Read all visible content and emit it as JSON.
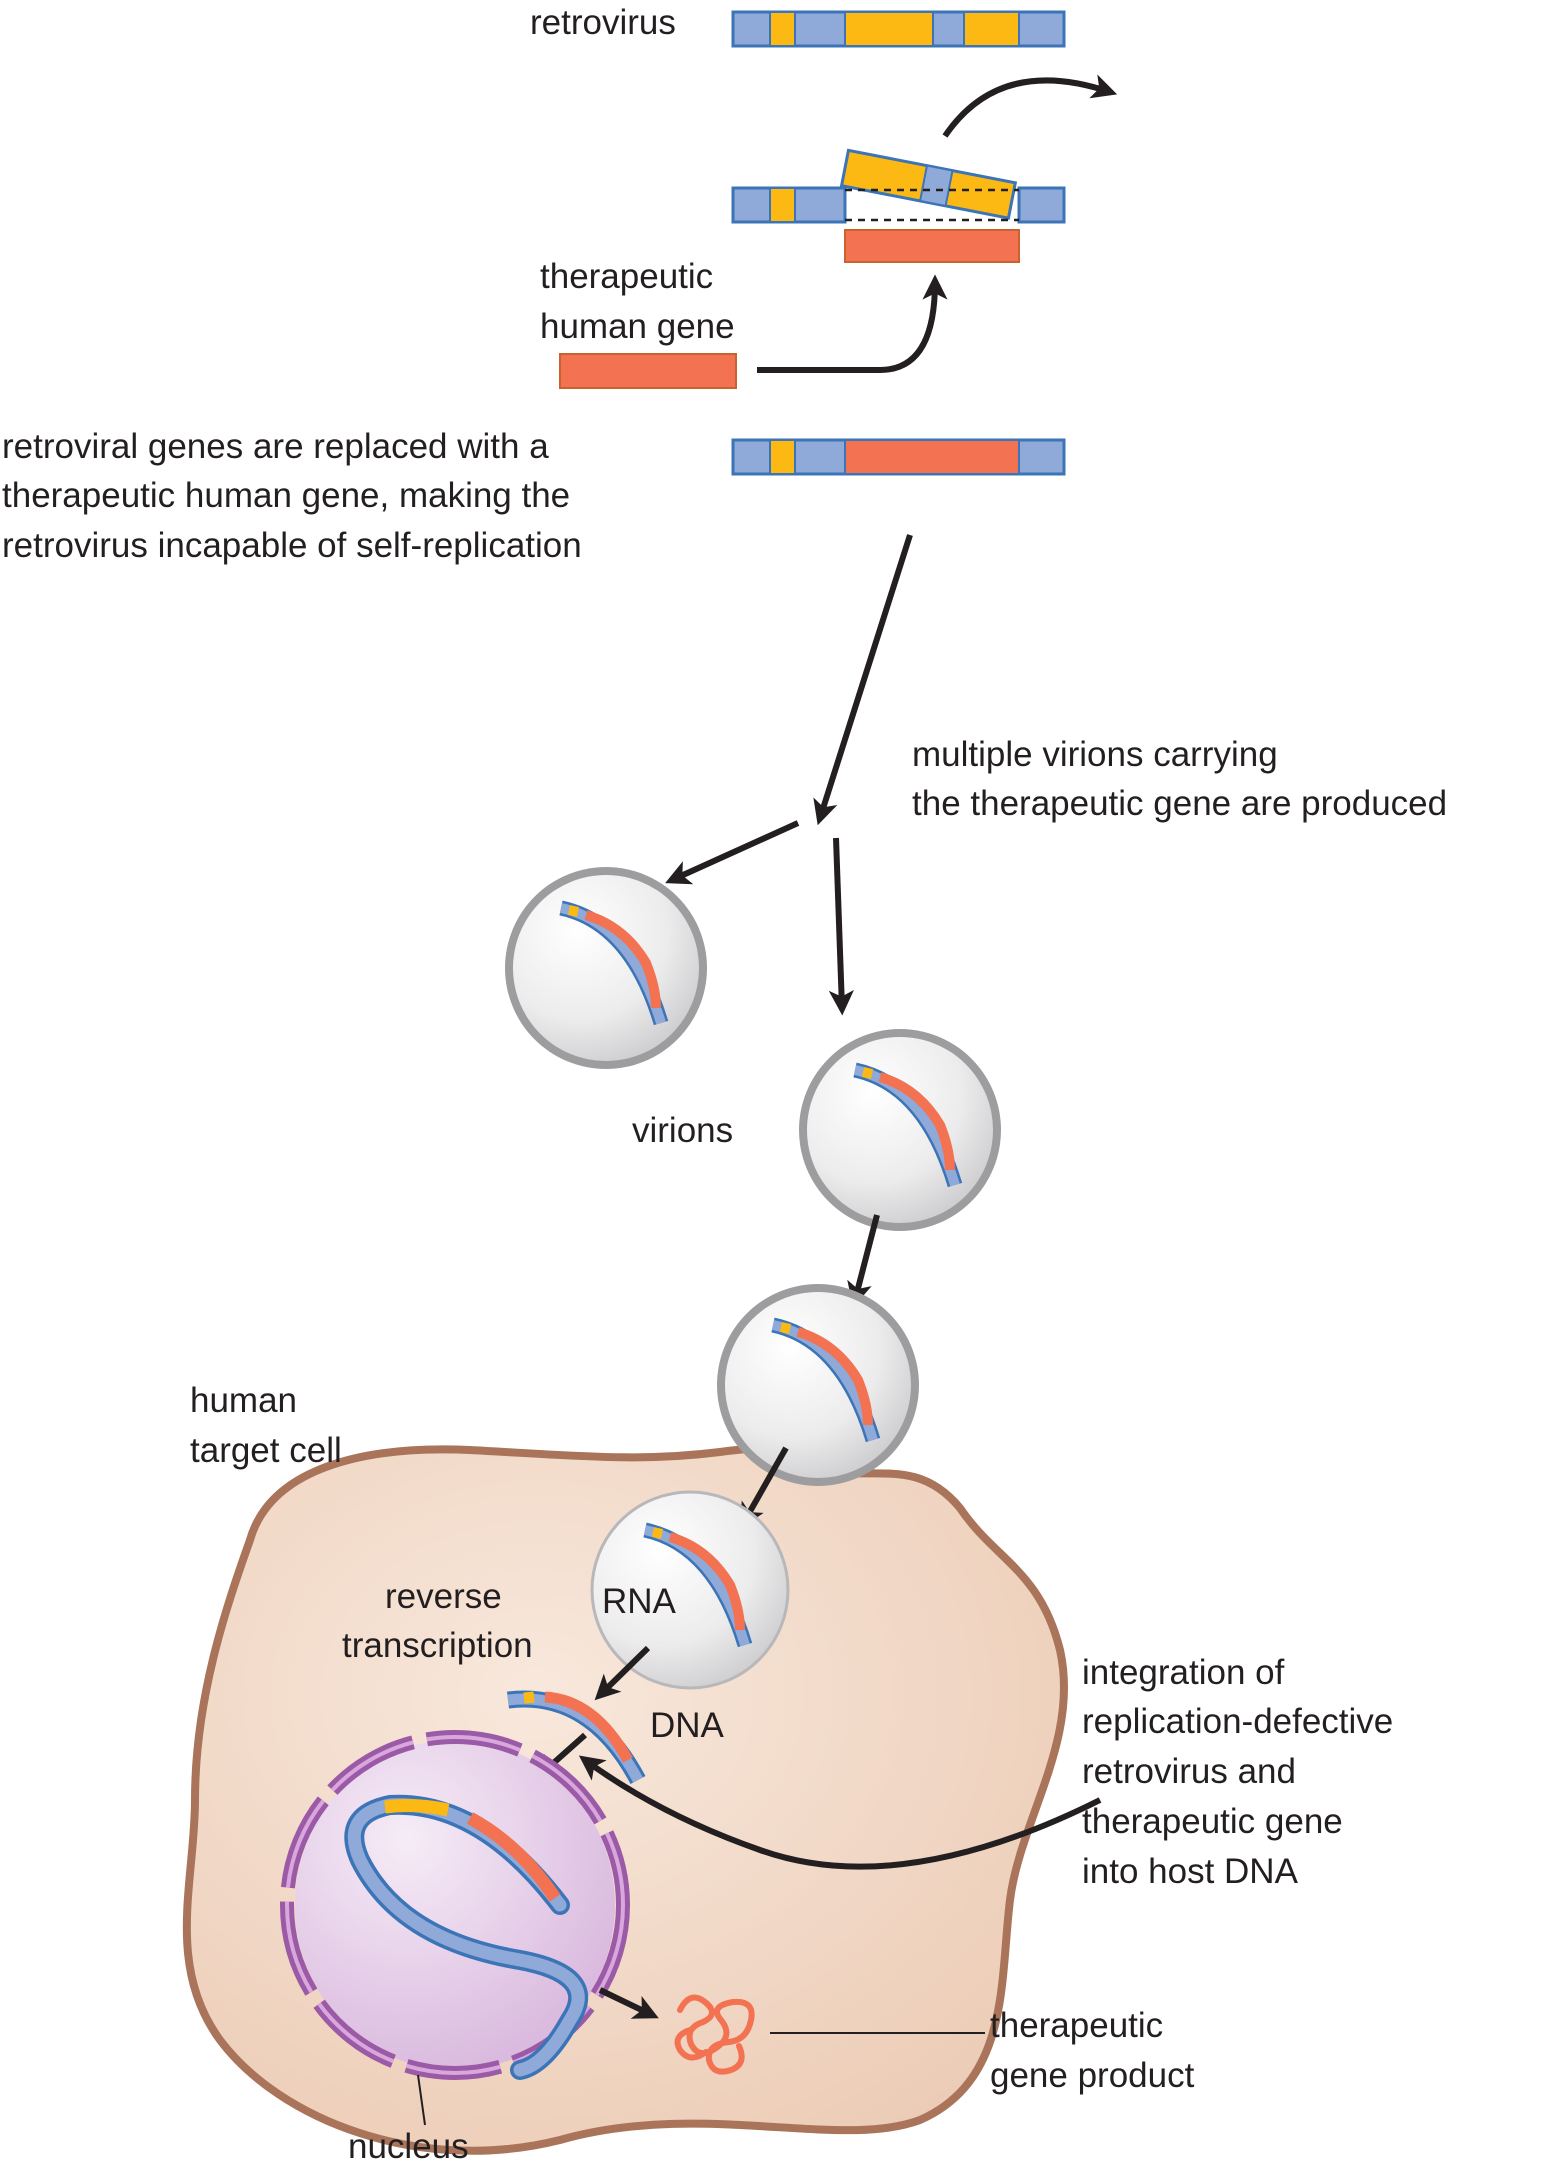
{
  "labels": {
    "retrovirus": "retrovirus",
    "therapeutic_gene_1": "therapeutic",
    "therapeutic_gene_2": "human gene",
    "replaced_1": "retroviral genes are replaced with a",
    "replaced_2": "therapeutic human gene, making the",
    "replaced_3": "retrovirus incapable of self-replication",
    "virions_produced_1": "multiple virions carrying",
    "virions_produced_2": "the therapeutic gene are produced",
    "virions": "virions",
    "target_cell_1": "human",
    "target_cell_2": "target cell",
    "rna": "RNA",
    "reverse_1": "reverse",
    "reverse_2": "transcription",
    "dna": "DNA",
    "integration_1": "integration of",
    "integration_2": "replication-defective",
    "integration_3": "retrovirus and",
    "integration_4": "therapeutic gene",
    "integration_5": "into host DNA",
    "gene_product_1": "therapeutic",
    "gene_product_2": "gene product",
    "nucleus": "nucleus"
  },
  "colors": {
    "viral_blue": "#8fa9d8",
    "viral_gene_yellow": "#fdb913",
    "therapeutic_gene_red": "#f37252",
    "outline_blue": "#3b74b7",
    "cell_fill": "#f1d9c8",
    "cell_outline": "#a9745a",
    "nucleus_fill": "#e5cde8",
    "nucleus_envelope": "#9b5aa5",
    "virion_fill": "#e9e9ea",
    "virion_outline": "#8a8a8c"
  }
}
